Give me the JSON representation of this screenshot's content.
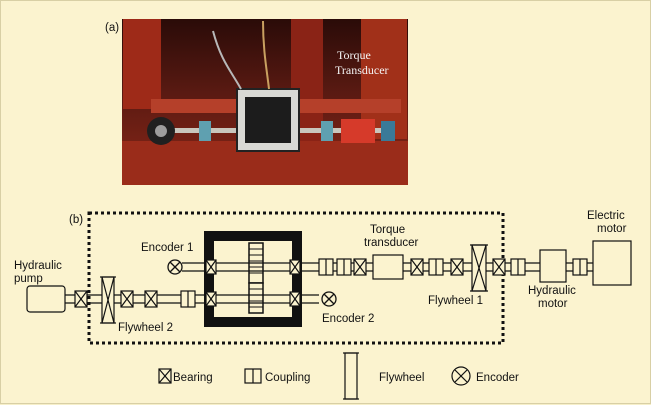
{
  "panel_a": {
    "label": "(a)",
    "photo_caption": [
      "Torque",
      "Transducer"
    ]
  },
  "panel_b": {
    "label": "(b)",
    "labels": {
      "encoder1": "Encoder 1",
      "encoder2": "Encoder 2",
      "torque_transducer": [
        "Torque",
        "transducer"
      ],
      "hydraulic_pump": [
        "Hydraulic",
        "pump"
      ],
      "flywheel1": "Flywheel 1",
      "flywheel2": "Flywheel 2",
      "hydraulic_motor": [
        "Hydraulic",
        "motor"
      ],
      "electric_motor": [
        "Electric",
        "motor"
      ]
    }
  },
  "legend": [
    {
      "symbol": "bearing",
      "label": "Bearing"
    },
    {
      "symbol": "coupling",
      "label": "Coupling"
    },
    {
      "symbol": "flywheel",
      "label": "Flywheel"
    },
    {
      "symbol": "encoder",
      "label": "Encoder"
    }
  ],
  "colors": {
    "background": "#fbf3cf",
    "photo_frame": "#7a1512",
    "line": "#111111"
  }
}
